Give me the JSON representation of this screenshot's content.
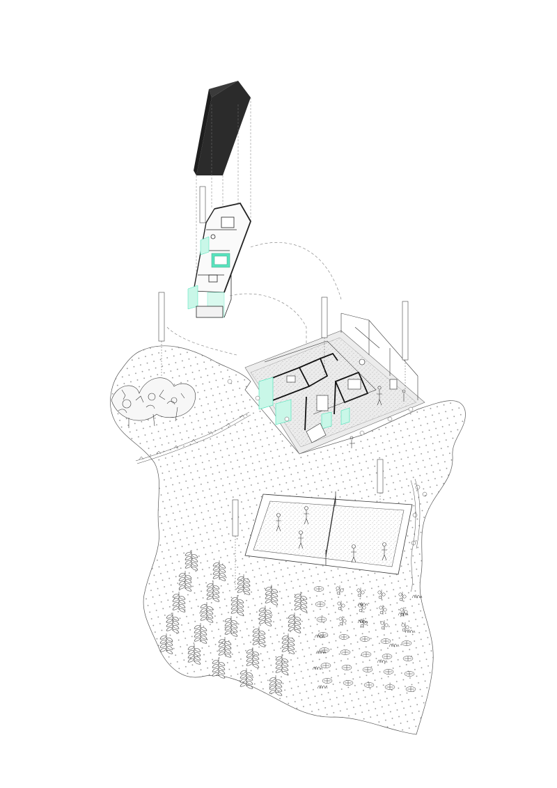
{
  "diagram": {
    "labels": [
      {
        "id": "roof-tag",
        "text": ""
      },
      {
        "id": "forest-tag",
        "text": ""
      },
      {
        "id": "house-tag",
        "text": ""
      },
      {
        "id": "side-tag",
        "text": ""
      },
      {
        "id": "court-tag",
        "text": ""
      },
      {
        "id": "field-tag",
        "text": ""
      }
    ]
  },
  "colors": {
    "roof": "#2b2b2b",
    "accent": "#3fe0b4",
    "line": "#333333",
    "dot": "#8a8a8a",
    "paper": "#ffffff"
  }
}
